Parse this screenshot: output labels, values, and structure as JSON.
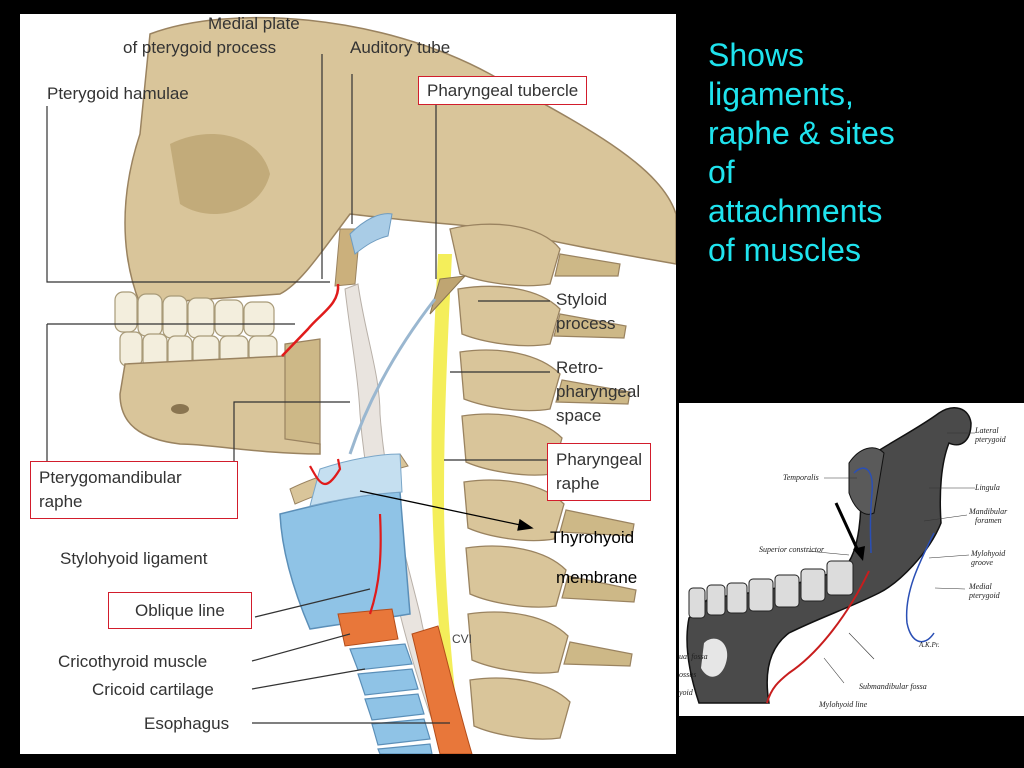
{
  "headline": {
    "lines": [
      "Shows",
      "ligaments,",
      "raphe & sites",
      "of",
      "attachments",
      "of muscles"
    ]
  },
  "main_figure": {
    "labels": {
      "medial_plate_l1": "Medial plate",
      "medial_plate_l2": "of pterygoid  process",
      "auditory_tube": "Auditory tube",
      "pterygoid_hamulae": "Pterygoid hamulae",
      "pharyngeal_tubercle": "Pharyngeal tubercle",
      "styloid_l1": "Styloid",
      "styloid_l2": "process",
      "retro_l1": "Retro-",
      "retro_l2": "pharyngeal",
      "retro_l3": "space",
      "pharyngeal_raphe_l1": "Pharyngeal",
      "pharyngeal_raphe_l2": "raphe",
      "ptm_raphe_l1": "Pterygomandibular",
      "ptm_raphe_l2": "raphe",
      "stylohyoid": "Stylohyoid ligament",
      "oblique_line": "Oblique line",
      "cricothyroid": "Cricothyroid muscle",
      "cricoid": "Cricoid cartilage",
      "esophagus": "Esophagus",
      "cvi": "CVI"
    },
    "callout": {
      "line1": "Thyrohyoid",
      "line2": "membrane"
    },
    "colors": {
      "bone": "#d9c59a",
      "cartilage": "#8fc3e6",
      "muscle": "#e8773a",
      "retropharyngeal": "#f4ee5a",
      "raphe": "#e01b1b",
      "box": "#d21d2c"
    }
  },
  "inset_figure": {
    "labels": {
      "lateral_l1": "Lateral",
      "lateral_l2": "pterygoid",
      "temporalis": "Temporalis",
      "lingula": "Lingula",
      "mandibular_l1": "Mandibular",
      "mandibular_l2": "foramen",
      "superior_constrictor": "Superior constrictor",
      "mylohyoid_groove_l1": "Mylohyoid",
      "mylohyoid_groove_l2": "groove",
      "medial_l1": "Medial",
      "medial_l2": "pterygoid",
      "credit": "A.K.Pr.",
      "fossa_left": "ual fossa",
      "ossus": "ossus",
      "yoid": "yoid",
      "submandibular": "Submandibular fossa",
      "mylohyoid_line": "Mylohyoid line"
    }
  }
}
